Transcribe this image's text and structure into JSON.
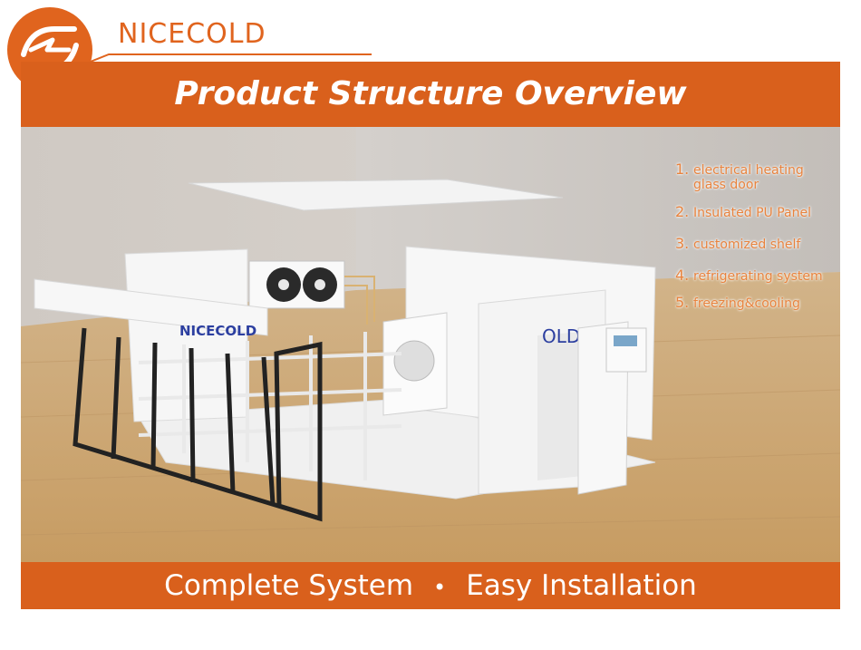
{
  "brand": {
    "name": "NICECOLD",
    "product_logo_text": "NICECOLD"
  },
  "header": {
    "title": "Product Structure Overview"
  },
  "legend": {
    "items": [
      {
        "number": "1.",
        "label": "electrical heating",
        "label_cont": "glass door"
      },
      {
        "number": "2.",
        "label": "Insulated PU Panel"
      },
      {
        "number": "3.",
        "label": "customized shelf"
      },
      {
        "number": "4.",
        "label": "refrigerating system"
      },
      {
        "number": "5.",
        "label": "freezing&cooling"
      }
    ]
  },
  "footer": {
    "left_text": "Complete System",
    "separator": "•",
    "right_text": "Easy Installation"
  },
  "colors": {
    "accent": "#d9601c",
    "legend_text": "#e8833e",
    "brand_blue": "#2c3fa0"
  },
  "icons": [
    "nicecold-logo-icon",
    "fan-icon",
    "thermostat-icon"
  ]
}
